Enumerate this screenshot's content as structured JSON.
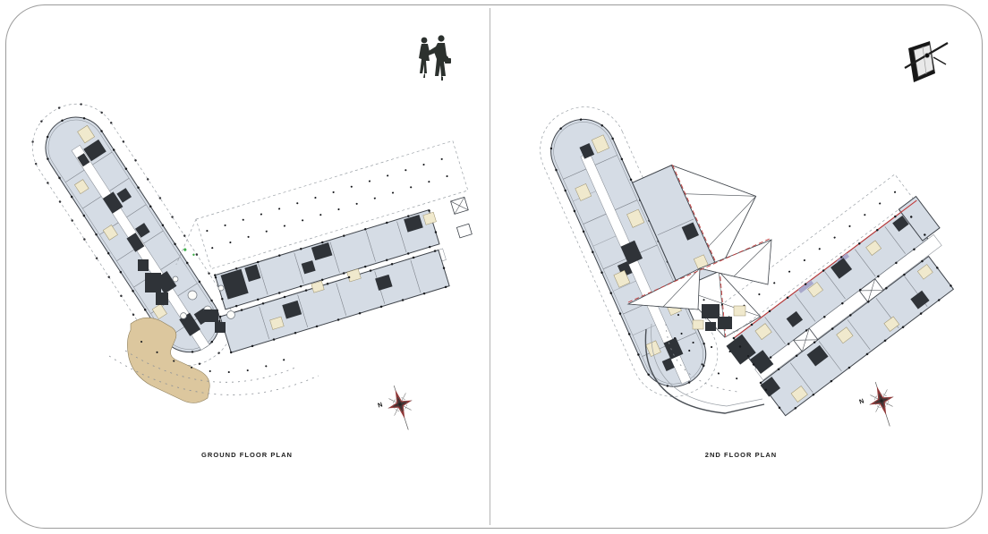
{
  "page": {
    "background": "#ffffff",
    "frame_color": "#9b9b9b",
    "divider_color": "#b4b4b4"
  },
  "colors": {
    "room_fill": "#d5dce5",
    "wall_line": "#3f444b",
    "core_fill": "#2f3338",
    "service_unit_fill": "#f0e9cd",
    "plaza_fill": "#dcc79e",
    "canopy_dashed_line": "#9aa0a6",
    "accent_red": "#c23b3b",
    "accent_lavender": "#a8a8cb",
    "compass_star": "#8c2a2a",
    "landscape_green": "#3fae4a"
  },
  "panels": [
    {
      "id": "ground-floor",
      "title": "GROUND FLOOR PLAN",
      "compass_label": "N",
      "corner_icon": "businesspeople-handshake-icon"
    },
    {
      "id": "second-floor",
      "title": "2ND FLOOR PLAN",
      "compass_label": "N",
      "corner_icon": "notebook-pen-icon"
    }
  ]
}
